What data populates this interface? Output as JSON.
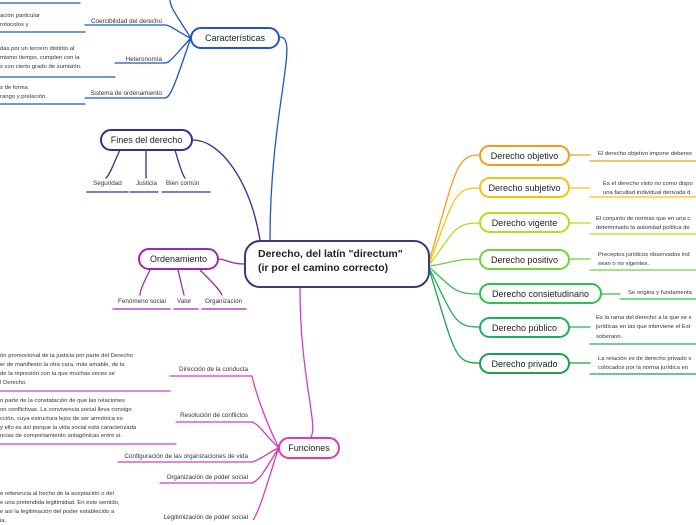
{
  "root": {
    "title": "Derecho, del latín \"directum\" (ir por el camino correcto)"
  },
  "caracteristicas": {
    "label": "Características",
    "items": [
      {
        "label": "Coercibilidad del derecho",
        "desc": [
          "ación particular",
          "rotocolos y"
        ]
      },
      {
        "label": "Heteronomía",
        "desc": [
          "das por un tercero distinto al",
          "mismo tiempo, cumplen con la",
          "s con cierto grado de sumisión."
        ]
      },
      {
        "label": "Sistema de ordenamiento",
        "desc": [
          "s de forma",
          "rango y prelación."
        ]
      }
    ]
  },
  "fines": {
    "label": "Fines del derecho",
    "items": [
      "Seguridad",
      "Justicia",
      "Bien común"
    ]
  },
  "ordenamiento": {
    "label": "Ordenamiento",
    "items": [
      "Fenómeno social",
      "Valor",
      "Organización"
    ]
  },
  "funciones": {
    "label": "Funciones",
    "items": [
      {
        "label": "Dirección de la conducta",
        "desc": [
          "ón promocional de la justicia por parte del Derecho",
          "er de manifiesto la otra cara, más amable, de la",
          "de la represión con la que muchas veces se",
          "l Derecho."
        ]
      },
      {
        "label": "Resolución de conflictos",
        "desc": [
          "n parte de la constatación de que las relaciones",
          "on conflictivas. La convivencia social lleva consigo",
          "cción, cuya estructura lejos de ser armónica es",
          "y ello es así porque la vida social está caracterizada",
          "ncias de comportamiento antagónicas entre sí."
        ]
      },
      {
        "label": "Configuración de las organizaciones de vida",
        "desc": []
      },
      {
        "label": "Organización de poder social",
        "desc": []
      },
      {
        "label": "Legitimización de poder social",
        "desc": [
          "e referencia al hecho de la aceptación o del",
          "e una pretendida legitimidad. En este sentido,",
          "e así la legitimación del poder establecido a",
          "ia."
        ]
      }
    ]
  },
  "tipos": [
    {
      "label": "Derecho objetivo",
      "desc": [
        "El derecho objetivo impone deberes"
      ]
    },
    {
      "label": "Derecho subjetivo",
      "desc": [
        "Es el derecho visto no como dispo",
        "una facultad individual derivada d"
      ]
    },
    {
      "label": "Derecho vigente",
      "desc": [
        "El conjunto de normas que en una c",
        "determinado la autoridad política de"
      ]
    },
    {
      "label": "Derecho positivo",
      "desc": [
        "Preceptos jurídicos observados ind",
        "sean o no vigentes."
      ]
    },
    {
      "label": "Derecho consietudinario",
      "desc": [
        "Se origina y fundamenta"
      ]
    },
    {
      "label": "Derecho público",
      "desc": [
        "Es la rama del derecho a la que se s",
        "jurídicas en las que interviene el Est",
        "soberano."
      ]
    },
    {
      "label": "Derecho privado",
      "desc": [
        "La relación es de derecho privado s",
        "colocados por la norma jurídica en"
      ]
    }
  ],
  "colors": {
    "root": "#3d3a7d",
    "caracteristicas": "#1e56c8",
    "fines": "#3b2a9a",
    "ordenamiento": "#9a2bb0",
    "funciones": "#d63cc2",
    "tipos": [
      "#f59c1a",
      "#f5c20e",
      "#b8dc1a",
      "#6fd33a",
      "#2fc24a",
      "#1ab35a",
      "#16a34a"
    ]
  }
}
